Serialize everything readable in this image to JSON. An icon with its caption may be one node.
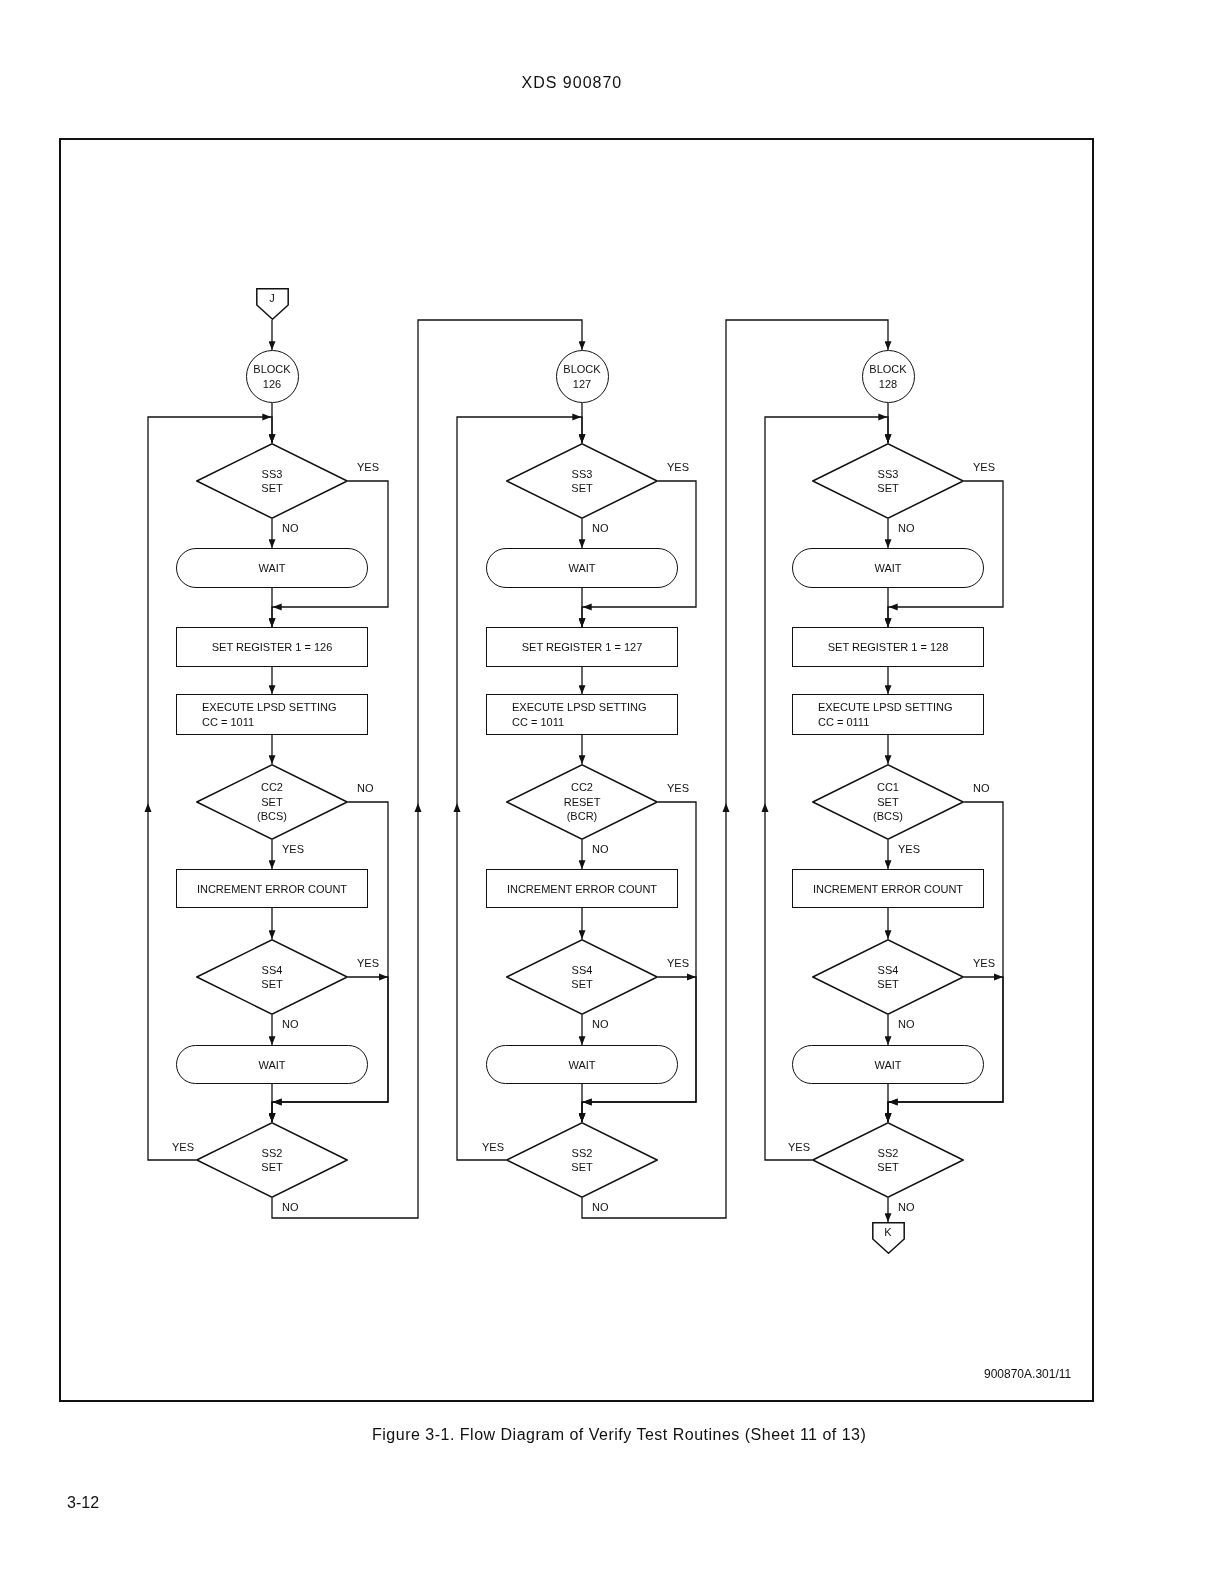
{
  "diagram": {
    "caption": "Figure 3-1. Flow Diagram of Verify Test Routines (Sheet 11 of 13)",
    "nodes": [
      {
        "text": [
          "J"
        ]
      },
      {
        "text": [
          "BLOCK 126"
        ]
      },
      {
        "text": [
          "SS3 SET"
        ]
      },
      {
        "text": [
          "WAIT"
        ]
      },
      {
        "text": [
          "SET REGISTER 1 = 126"
        ]
      },
      {
        "text": [
          "EXECUTE LPSD SETTING CC = 1011"
        ]
      },
      {
        "text": [
          "CC2 SET (BCS)"
        ]
      },
      {
        "text": [
          "INCREMENT ERROR COUNT"
        ]
      },
      {
        "text": [
          "SS4 SET"
        ]
      },
      {
        "text": [
          "WAIT"
        ]
      },
      {
        "text": [
          "SS2 SET"
        ]
      },
      {
        "text": [
          "BLOCK 127"
        ]
      },
      {
        "text": [
          "SS3 SET"
        ]
      },
      {
        "text": [
          "WAIT"
        ]
      },
      {
        "text": [
          "SET REGISTER 1 = 127"
        ]
      },
      {
        "text": [
          "EXECUTE LPSD SETTING CC = 1011"
        ]
      },
      {
        "text": [
          "CC2 RESET (BCR)"
        ]
      },
      {
        "text": [
          "INCREMENT ERROR COUNT"
        ]
      },
      {
        "text": [
          "SS4 SET"
        ]
      },
      {
        "text": [
          "WAIT"
        ]
      },
      {
        "text": [
          "SS2 SET"
        ]
      },
      {
        "text": [
          "BLOCK 128"
        ]
      },
      {
        "text": [
          "SS3 SET"
        ]
      },
      {
        "text": [
          "WAIT"
        ]
      },
      {
        "text": [
          "SET REGISTER 1 = 128"
        ]
      },
      {
        "text": [
          "EXECUTE LPSD SETTING CC = 0111"
        ]
      },
      {
        "text": [
          "CC1 SET (BCS)"
        ]
      },
      {
        "text": [
          "INCREMENT ERROR COUNT"
        ]
      },
      {
        "text": [
          "SS4 SET"
        ]
      },
      {
        "text": [
          "WAIT"
        ]
      },
      {
        "text": [
          "SS2 SET"
        ]
      },
      {
        "text": [
          "K"
        ]
      }
    ],
    "edges": [
      {
        "from": 0,
        "to": 1,
        "arrow": "to"
      },
      {
        "from": 1,
        "to": 2,
        "arrow": "to"
      },
      {
        "from": 2,
        "to": 3,
        "label": "NO",
        "arrow": "to"
      },
      {
        "from": 2,
        "to": 4,
        "label": "YES",
        "arrow": "to"
      },
      {
        "from": 3,
        "to": 4,
        "arrow": "to"
      },
      {
        "from": 4,
        "to": 5,
        "arrow": "to"
      },
      {
        "from": 5,
        "to": 6,
        "arrow": "to"
      },
      {
        "from": 6,
        "to": 7,
        "label": "YES",
        "arrow": "to"
      },
      {
        "from": 6,
        "to": 10,
        "label": "NO",
        "arrow": "to"
      },
      {
        "from": 7,
        "to": 8,
        "arrow": "to"
      },
      {
        "from": 8,
        "to": 9,
        "label": "NO",
        "arrow": "to"
      },
      {
        "from": 8,
        "to": 10,
        "label": "YES",
        "arrow": "to"
      },
      {
        "from": 9,
        "to": 10,
        "arrow": "to"
      },
      {
        "from": 10,
        "to": 2,
        "label": "YES",
        "arrow": "to"
      },
      {
        "from": 10,
        "to": 11,
        "label": "NO",
        "arrow": "to"
      },
      {
        "from": 11,
        "to": 12,
        "arrow": "to"
      },
      {
        "from": 12,
        "to": 13,
        "label": "NO",
        "arrow": "to"
      },
      {
        "from": 12,
        "to": 14,
        "label": "YES",
        "arrow": "to"
      },
      {
        "from": 13,
        "to": 14,
        "arrow": "to"
      },
      {
        "from": 14,
        "to": 15,
        "arrow": "to"
      },
      {
        "from": 15,
        "to": 16,
        "arrow": "to"
      },
      {
        "from": 16,
        "to": 17,
        "label": "NO",
        "arrow": "to"
      },
      {
        "from": 16,
        "to": 20,
        "label": "YES",
        "arrow": "to"
      },
      {
        "from": 17,
        "to": 18,
        "arrow": "to"
      },
      {
        "from": 18,
        "to": 19,
        "label": "NO",
        "arrow": "to"
      },
      {
        "from": 18,
        "to": 20,
        "label": "YES",
        "arrow": "to"
      },
      {
        "from": 19,
        "to": 20,
        "arrow": "to"
      },
      {
        "from": 20,
        "to": 12,
        "label": "YES",
        "arrow": "to"
      },
      {
        "from": 20,
        "to": 21,
        "label": "NO",
        "arrow": "to"
      },
      {
        "from": 21,
        "to": 22,
        "arrow": "to"
      },
      {
        "from": 22,
        "to": 23,
        "label": "NO",
        "arrow": "to"
      },
      {
        "from": 22,
        "to": 24,
        "label": "YES",
        "arrow": "to"
      },
      {
        "from": 23,
        "to": 24,
        "arrow": "to"
      },
      {
        "from": 24,
        "to": 25,
        "arrow": "to"
      },
      {
        "from": 25,
        "to": 26,
        "arrow": "to"
      },
      {
        "from": 26,
        "to": 27,
        "label": "YES",
        "arrow": "to"
      },
      {
        "from": 26,
        "to": 30,
        "label": "NO",
        "arrow": "to"
      },
      {
        "from": 27,
        "to": 28,
        "arrow": "to"
      },
      {
        "from": 28,
        "to": 29,
        "label": "NO",
        "arrow": "to"
      },
      {
        "from": 28,
        "to": 30,
        "label": "YES",
        "arrow": "to"
      },
      {
        "from": 29,
        "to": 30,
        "arrow": "to"
      },
      {
        "from": 30,
        "to": 22,
        "label": "YES",
        "arrow": "to"
      },
      {
        "from": 30,
        "to": 31,
        "label": "NO",
        "arrow": "to"
      }
    ],
    "labels": [
      "XDS 900870",
      "900870A.301/11",
      "3-12"
    ]
  }
}
